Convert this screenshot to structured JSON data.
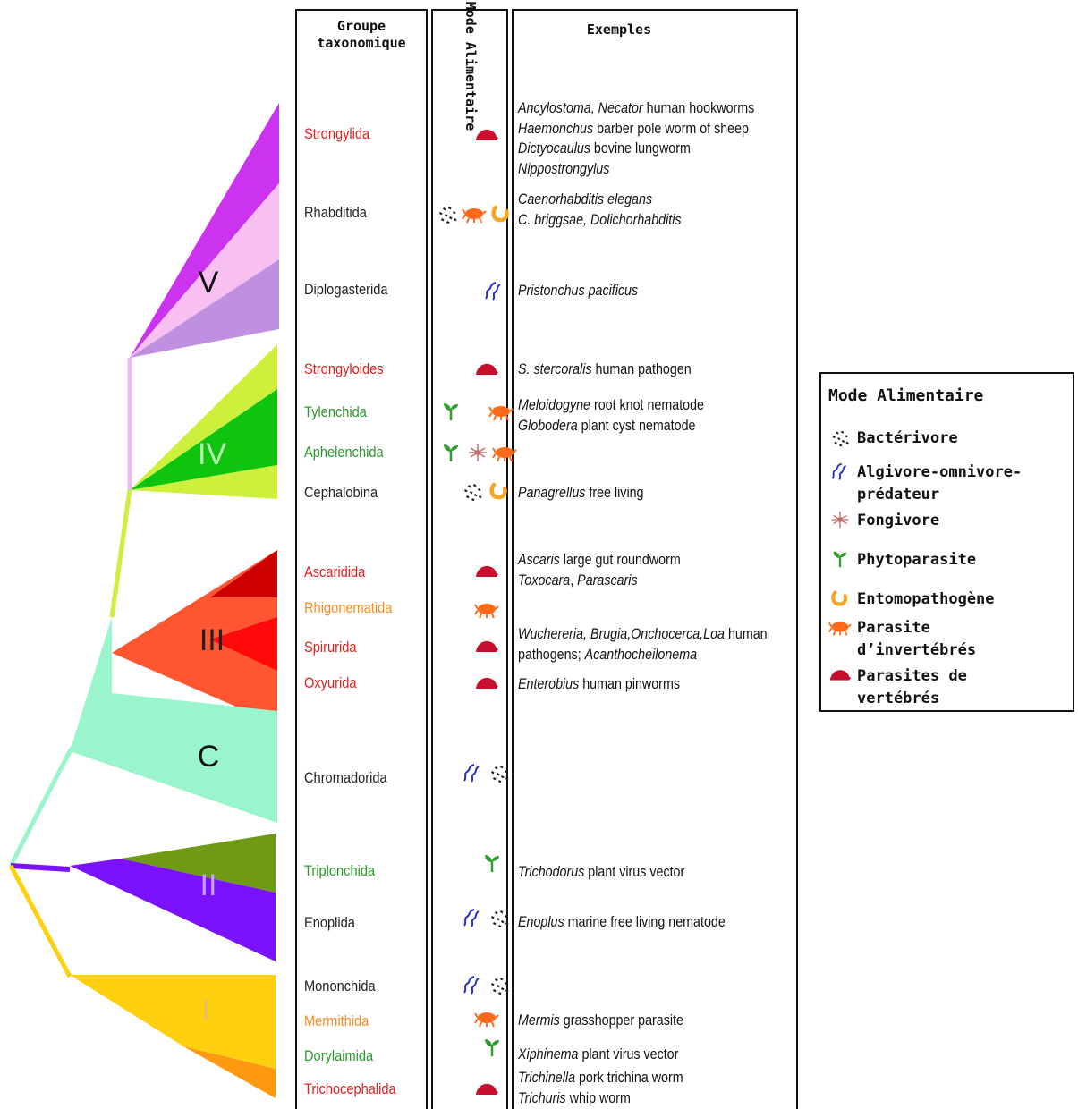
{
  "columns": {
    "group_header": "Groupe taxonomique",
    "mode_header": "Mode Alimentaire",
    "examples_header": "Exemples"
  },
  "clades": [
    "V",
    "IV",
    "III",
    "C",
    "II",
    "I"
  ],
  "colors": {
    "vertebrate_parasite": "#c8102e",
    "invertebrate_parasite": "#ff6a1a",
    "phytoparasite": "#2e9e2e",
    "entomopathogen": "#f5a623",
    "algivore": "#2233cc",
    "bacterivore": "#222222",
    "fungivore": "#c26a6a",
    "label_red": "#e02020",
    "label_green": "#2a9a2a",
    "label_orange": "#ff8c1a",
    "label_black": "#222222"
  },
  "groups": [
    {
      "name": "Strongylida",
      "color": "label_red",
      "modes": [
        "vertebrate"
      ],
      "examples": [
        "<i>Ancylostoma, Necator</i> human hookworms",
        "<i>Haemonchus</i> barber pole worm of sheep",
        "<i>Dictyocaulus</i> bovine lungworm",
        "<i>Nippostrongylus</i>"
      ]
    },
    {
      "name": "Rhabditida",
      "color": "label_black",
      "modes": [
        "bacterivore",
        "invertebrate",
        "entomopathogen"
      ],
      "examples": [
        "<i>Caenorhabditis elegans</i>",
        "<i>C. briggsae, Dolichorhabditis</i>"
      ]
    },
    {
      "name": "Diplogasterida",
      "color": "label_black",
      "modes": [
        "algivore"
      ],
      "examples": [
        "<i>Pristonchus pacificus</i>"
      ]
    },
    {
      "name": "Strongyloides",
      "color": "label_red",
      "modes": [
        "vertebrate"
      ],
      "examples": [
        "<i>S. stercoralis</i> human pathogen"
      ]
    },
    {
      "name": "Tylenchida",
      "color": "label_green",
      "modes": [
        "phytoparasite",
        "invertebrate"
      ],
      "examples": [
        "<i>Meloidogyne</i> root knot nematode",
        "<i>Globodera</i>  plant cyst nematode"
      ]
    },
    {
      "name": "Aphelenchida",
      "color": "label_green",
      "modes": [
        "phytoparasite",
        "fungivore",
        "invertebrate"
      ],
      "examples": []
    },
    {
      "name": "Cephalobina",
      "color": "label_black",
      "modes": [
        "bacterivore",
        "entomopathogen"
      ],
      "examples": [
        "<i>Panagrellus</i> free living"
      ]
    },
    {
      "name": "Ascaridida",
      "color": "label_red",
      "modes": [
        "vertebrate"
      ],
      "examples": [
        "<i>Ascaris</i> large gut roundworm",
        "<i>Toxocara</i>, <i>Parascaris</i>"
      ]
    },
    {
      "name": "Rhigonematida",
      "color": "label_orange",
      "modes": [
        "invertebrate"
      ],
      "examples": []
    },
    {
      "name": "Spirurida",
      "color": "label_red",
      "modes": [
        "vertebrate"
      ],
      "examples": [
        "<i>Wuchereria, Brugia,Onchocerca,Loa</i> human",
        "pathogens; <i>Acanthocheilonema</i>"
      ]
    },
    {
      "name": "Oxyurida",
      "color": "label_red",
      "modes": [
        "vertebrate"
      ],
      "examples": [
        "<i>Enterobius</i> human pinworms"
      ]
    },
    {
      "name": "Chromadorida",
      "color": "label_black",
      "modes": [
        "algivore",
        "bacterivore"
      ],
      "examples": []
    },
    {
      "name": "Triplonchida",
      "color": "label_green",
      "modes": [
        "phytoparasite"
      ],
      "examples": [
        "<i>Trichodorus</i> plant virus vector"
      ]
    },
    {
      "name": "Enoplida",
      "color": "label_black",
      "modes": [
        "algivore",
        "bacterivore"
      ],
      "examples": [
        "<i>Enoplus</i> marine free living nematode"
      ]
    },
    {
      "name": "Mononchida",
      "color": "label_black",
      "modes": [
        "algivore",
        "bacterivore"
      ],
      "examples": []
    },
    {
      "name": "Mermithida",
      "color": "label_orange",
      "modes": [
        "invertebrate"
      ],
      "examples": [
        "<i>Mermis</i>  grasshopper parasite"
      ]
    },
    {
      "name": "Dorylaimida",
      "color": "label_green",
      "modes": [
        "phytoparasite"
      ],
      "examples": [
        "<i>Xiphinema</i> plant virus vector"
      ]
    },
    {
      "name": "Trichocephalida",
      "color": "label_red",
      "modes": [
        "vertebrate"
      ],
      "examples": [
        "<i>Trichinella</i> pork trichina worm",
        "<i>Trichuris</i>  whip worm"
      ]
    }
  ],
  "legend": {
    "title": "Mode Alimentaire",
    "items": [
      {
        "icon": "bacterivore",
        "label": "Bactérivore"
      },
      {
        "icon": "algivore",
        "label": "Algivore-omnivore-prédateur"
      },
      {
        "icon": "fungivore",
        "label": "Fongivore"
      },
      {
        "icon": "phytoparasite",
        "label": "Phytoparasite"
      },
      {
        "icon": "entomopathogen",
        "label": "Entomopathogène"
      },
      {
        "icon": "invertebrate",
        "label": "Parasite d’invertébrés"
      },
      {
        "icon": "vertebrate",
        "label": "Parasites de vertébrés"
      }
    ]
  }
}
